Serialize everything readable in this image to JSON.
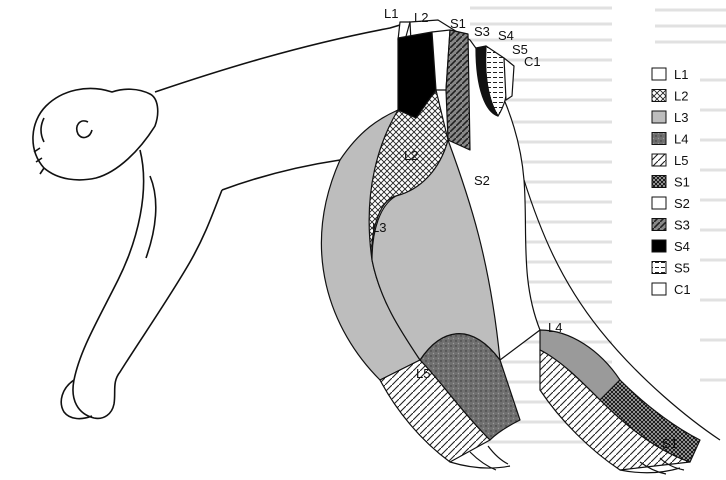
{
  "figure": {
    "labels": {
      "l1": "L1",
      "l2": "L2",
      "s1": "S1",
      "s3": "S3",
      "s4": "S4",
      "s5": "S5",
      "c1": "C1",
      "l2_thigh": "L2",
      "s2": "S2",
      "l3": "L3",
      "l5": "L5",
      "l4": "L4",
      "s1_foot": "S1"
    }
  },
  "legend": [
    {
      "label": "L1",
      "pattern": "white"
    },
    {
      "label": "L2",
      "pattern": "crosshatch"
    },
    {
      "label": "L3",
      "pattern": "light-gray"
    },
    {
      "label": "L4",
      "pattern": "dark-gray"
    },
    {
      "label": "L5",
      "pattern": "diagonal-hatch"
    },
    {
      "label": "S1",
      "pattern": "dense-crosshatch"
    },
    {
      "label": "S2",
      "pattern": "white"
    },
    {
      "label": "S3",
      "pattern": "stripes"
    },
    {
      "label": "S4",
      "pattern": "black"
    },
    {
      "label": "S5",
      "pattern": "dashes"
    },
    {
      "label": "C1",
      "pattern": "white"
    }
  ],
  "colors": {
    "ink": "#111111",
    "light_gray": "#b8b8b8",
    "dark_gray": "#6e6e6e",
    "background": "#ffffff"
  }
}
